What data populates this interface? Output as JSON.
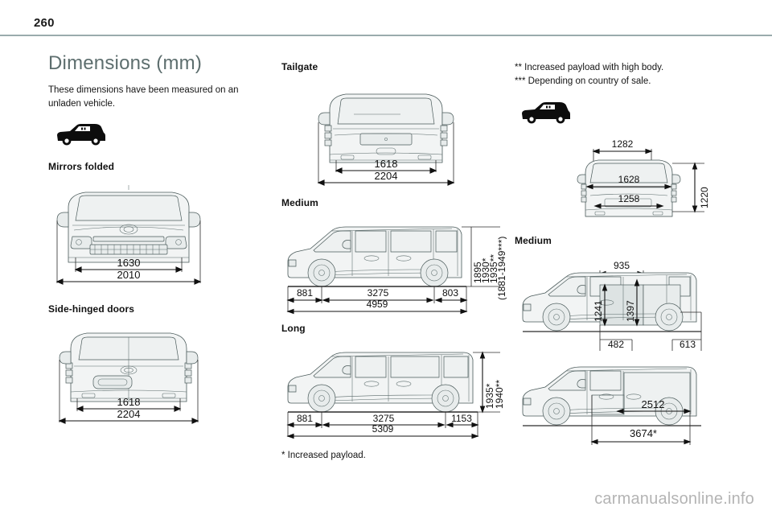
{
  "header": {
    "page_number": "260"
  },
  "column_left": {
    "title": "Dimensions (mm)",
    "intro": "These dimensions have been measured on an unladen vehicle.",
    "icon": "van-silhouette-icon",
    "mirrors_folded_heading": "Mirrors folded",
    "mirrors_folded_dims": {
      "inner_width": "1630",
      "outer_width": "2010"
    },
    "side_hinged_heading": "Side-hinged doors",
    "side_hinged_dims": {
      "inner_width": "1618",
      "outer_width": "2204"
    }
  },
  "column_middle": {
    "tailgate_heading": "Tailgate",
    "tailgate_dims": {
      "inner_width": "1618",
      "outer_width": "2204"
    },
    "medium_heading": "Medium",
    "medium_dims": {
      "front_overhang": "881",
      "wheelbase": "3275",
      "rear_overhang": "803",
      "total_length": "4959",
      "height_1": "1895",
      "height_2": "1930*",
      "height_3": "1935**",
      "height_range": "(1881-1949***)"
    },
    "long_heading": "Long",
    "long_dims": {
      "front_overhang": "881",
      "wheelbase": "3275",
      "rear_overhang": "1153",
      "total_length": "5309",
      "height_1": "1935*",
      "height_2": "1940**"
    },
    "footnote": "* Increased payload."
  },
  "column_right": {
    "footnote_1": "** Increased payload with high body.",
    "footnote_2": "*** Depending on country of sale.",
    "icon": "van-silhouette-icon",
    "rear_dims": {
      "top_width": "1282",
      "mid_width": "1628",
      "bottom_width": "1258",
      "height": "1220"
    },
    "medium_heading": "Medium",
    "medium_dims": {
      "door_opening_width": "935",
      "height_1": "1241",
      "height_2": "1397",
      "front_offset": "482",
      "rear_offset": "613"
    },
    "load_dims": {
      "load_length": "2512",
      "total": "3674*"
    }
  },
  "watermark": "carmanualsonline.info"
}
